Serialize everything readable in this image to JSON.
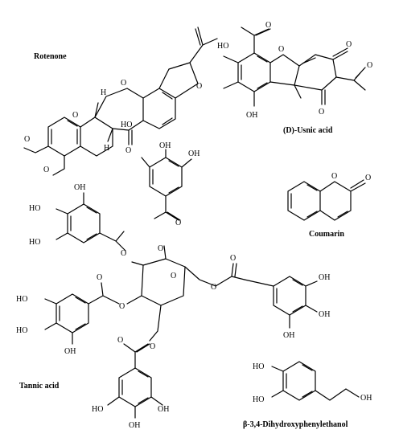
{
  "figure": {
    "captions": {
      "rotenone": "Rotenone",
      "usnic_acid": "(D)-Usnic acid",
      "coumarin": "Coumarin",
      "tannic_acid": "Tannic acid",
      "dihydroxyphenylethanol": "β-3,4-Dihydroxyphenylethanol"
    },
    "atom_labels": {
      "O": "O",
      "OH": "OH",
      "HO": "HO",
      "H": "H"
    }
  }
}
